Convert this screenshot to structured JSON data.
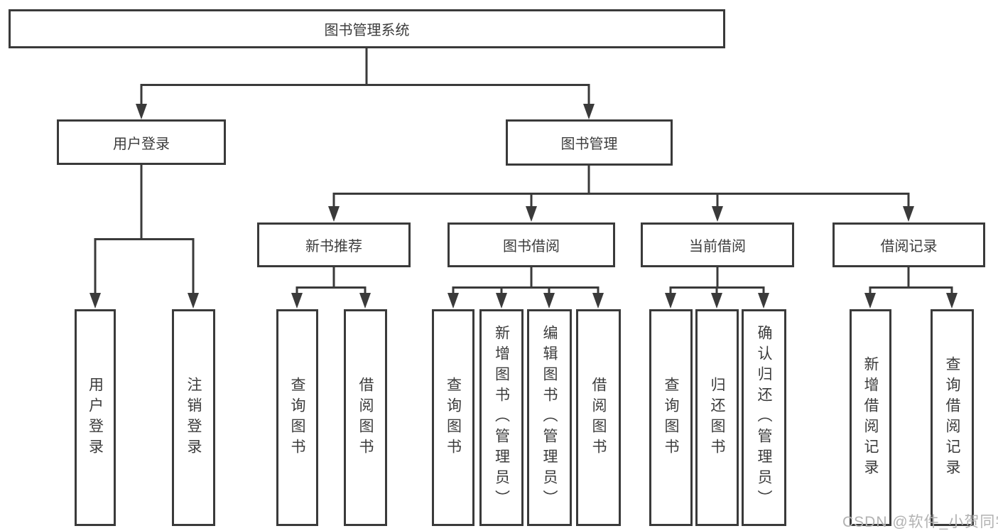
{
  "diagram_title": "图书管理系统",
  "tree": {
    "root": "图书管理系统",
    "children": [
      {
        "label": "用户登录",
        "children": [
          "用户登录",
          "注销登录"
        ]
      },
      {
        "label": "图书管理",
        "children": [
          {
            "label": "新书推荐",
            "children": [
              "查询图书",
              "借阅图书"
            ]
          },
          {
            "label": "图书借阅",
            "children": [
              "查询图书",
              "新增图书（管理员）",
              "编辑图书（管理员）",
              "借阅图书"
            ]
          },
          {
            "label": "当前借阅",
            "children": [
              "查询图书",
              "归还图书",
              "确认归还（管理员）"
            ]
          },
          {
            "label": "借阅记录",
            "children": [
              "新增借阅记录",
              "查询借阅记录"
            ]
          }
        ]
      }
    ]
  },
  "watermark": "CSDN @软件_小贺同学",
  "colors": {
    "line": "#3a3a3a",
    "box_border": "#3a3a3a",
    "text": "#3c3c3c",
    "watermark": "#b2b2b2",
    "background": "#ffffff"
  }
}
